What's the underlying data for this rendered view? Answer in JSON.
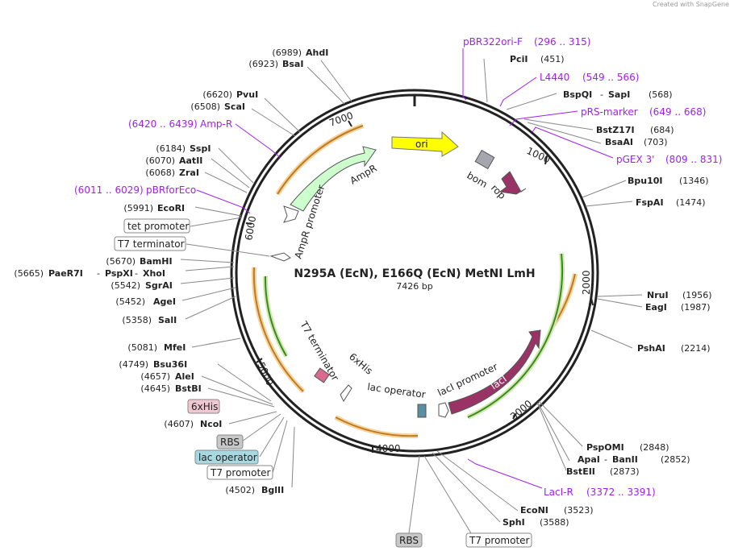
{
  "credit": {
    "prefix": "Created with",
    "brand": "SnapGene"
  },
  "plasmid": {
    "name": "N295A (EcN), E166Q (EcN) MetNI LmH",
    "length_label": "7426 bp",
    "length": 7426
  },
  "ticks": [
    "1000",
    "2000",
    "3000",
    "4000",
    "5000",
    "6000",
    "7000"
  ],
  "enzymes": [
    {
      "name": "AhdI",
      "pos": "(6989)",
      "side": "left"
    },
    {
      "name": "BsaI",
      "pos": "(6923)",
      "side": "left"
    },
    {
      "name": "PvuI",
      "pos": "(6620)",
      "side": "left"
    },
    {
      "name": "ScaI",
      "pos": "(6508)",
      "side": "left"
    },
    {
      "name": "SspI",
      "pos": "(6184)",
      "side": "left"
    },
    {
      "name": "AatII",
      "pos": "(6070)",
      "side": "left"
    },
    {
      "name": "ZraI",
      "pos": "(6068)",
      "side": "left"
    },
    {
      "name": "EcoRI",
      "pos": "(5991)",
      "side": "left"
    },
    {
      "name": "BamHI",
      "pos": "(5670)",
      "side": "left"
    },
    {
      "name": "SgrAI",
      "pos": "(5542)",
      "side": "left"
    },
    {
      "name": "AgeI",
      "pos": "(5452)",
      "side": "left"
    },
    {
      "name": "SalI",
      "pos": "(5358)",
      "side": "left"
    },
    {
      "name": "MfeI",
      "pos": "(5081)",
      "side": "left"
    },
    {
      "name": "Bsu36I",
      "pos": "(4749)",
      "side": "left"
    },
    {
      "name": "AleI",
      "pos": "(4657)",
      "side": "left"
    },
    {
      "name": "BstBI",
      "pos": "(4645)",
      "side": "left"
    },
    {
      "name": "NcoI",
      "pos": "(4607)",
      "side": "left"
    },
    {
      "name": "BglII",
      "pos": "(4502)",
      "side": "left"
    },
    {
      "name": "PciI",
      "pos": "(451)",
      "side": "right"
    },
    {
      "name": "BstZ17I",
      "pos": "(684)",
      "side": "right"
    },
    {
      "name": "BsaAI",
      "pos": "(703)",
      "side": "right"
    },
    {
      "name": "Bpu10I",
      "pos": "(1346)",
      "side": "right"
    },
    {
      "name": "FspAI",
      "pos": "(1474)",
      "side": "right"
    },
    {
      "name": "NruI",
      "pos": "(1956)",
      "side": "right"
    },
    {
      "name": "EagI",
      "pos": "(1987)",
      "side": "right"
    },
    {
      "name": "PshAI",
      "pos": "(2214)",
      "side": "right"
    },
    {
      "name": "BstEII",
      "pos": "(2873)",
      "side": "right"
    },
    {
      "name": "EcoNI",
      "pos": "(3523)",
      "side": "right"
    },
    {
      "name": "SphI",
      "pos": "(3588)",
      "side": "right"
    }
  ],
  "enzyme_pairs": [
    {
      "a": "PaeR7I",
      "sep": "-",
      "b": "PspXI",
      "sep2": "-",
      "c": "XhoI",
      "pos": "(5665)",
      "side": "left"
    },
    {
      "a": "BspQI",
      "sep": "-",
      "b": "SapI",
      "pos": "(568)",
      "side": "right"
    },
    {
      "a": "PspOMI",
      "pos": "(2848)",
      "side": "right"
    },
    {
      "a": "ApaI",
      "sep": "-",
      "b": "BanII",
      "pos": "(2852)",
      "side": "right"
    }
  ],
  "primers": [
    {
      "name": "pBR322ori-F",
      "range": "(296 .. 315)"
    },
    {
      "name": "L4440",
      "range": "(549 .. 566)"
    },
    {
      "name": "pRS-marker",
      "range": "(649 .. 668)"
    },
    {
      "name": "pGEX 3'",
      "range": "(809 .. 831)"
    },
    {
      "name": "LacI-R",
      "range": "(3372 .. 3391)"
    },
    {
      "name": "Amp-R",
      "range": "(6420 .. 6439)"
    },
    {
      "name": "pBRforEco",
      "range": "(6011 .. 6029)"
    }
  ],
  "boxed_labels": [
    {
      "text": "tet promoter",
      "kind": "promoter"
    },
    {
      "text": "T7 terminator",
      "kind": "terminator"
    },
    {
      "text": "6xHis",
      "kind": "his"
    },
    {
      "text": "RBS",
      "kind": "rbs"
    },
    {
      "text": "lac operator",
      "kind": "operator"
    },
    {
      "text": "T7 promoter",
      "kind": "promoter"
    },
    {
      "text": "RBS",
      "kind": "rbs"
    },
    {
      "text": "T7 promoter",
      "kind": "promoter"
    }
  ],
  "features": [
    {
      "name": "ori",
      "color": "#ffff00"
    },
    {
      "name": "bom",
      "color": "#a6a6b0"
    },
    {
      "name": "rop",
      "color": "#993366"
    },
    {
      "name": "AmpR",
      "color": "#ccffcc"
    },
    {
      "name": "AmpR promoter",
      "color": "#ffffff"
    },
    {
      "name": "lacI",
      "color": "#993366"
    },
    {
      "name": "lacI promoter",
      "color": "#ffffff"
    },
    {
      "name": "lac operator",
      "color": "#ffffff"
    },
    {
      "name": "T7 terminator",
      "color": "#ffffff"
    },
    {
      "name": "6xHis",
      "color": "#ffffff"
    }
  ],
  "colors": {
    "primer": "#a020f0",
    "orf_orange": "#f2a93b",
    "orf_green": "#66b32e",
    "his_box": "#f0c8d2",
    "rbs_box": "#c8c8c8",
    "operator_box": "#a8d8e0"
  }
}
